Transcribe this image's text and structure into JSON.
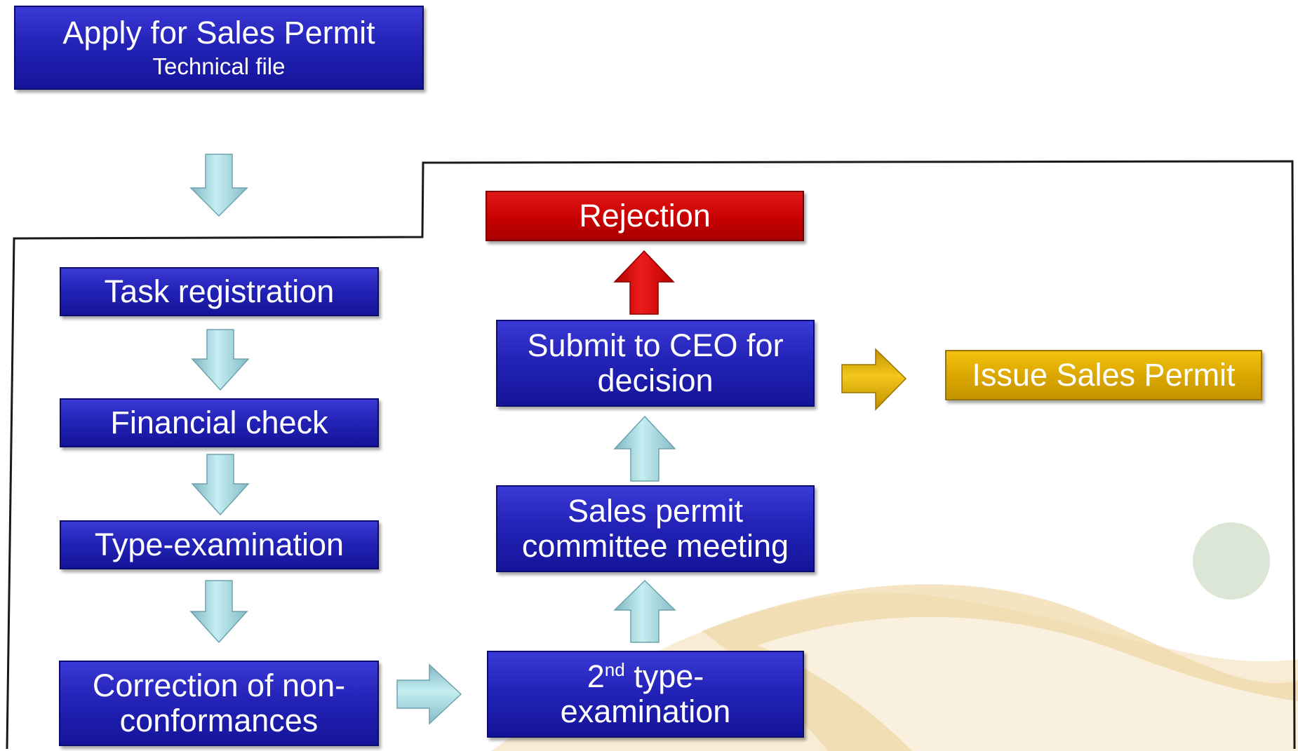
{
  "apply": {
    "title": "Apply for Sales Permit",
    "subtitle": "Technical file"
  },
  "steps": {
    "task_registration": "Task registration",
    "financial_check": "Financial check",
    "type_examination": "Type-examination",
    "correction": "Correction of non-conformances",
    "second_exam_number": "2",
    "second_exam_ordinal": "nd",
    "second_exam_rest": " type-examination",
    "committee_meeting": "Sales permit committee meeting",
    "submit_ceo": "Submit to CEO for decision"
  },
  "outcomes": {
    "rejection": "Rejection",
    "issue": "Issue Sales Permit"
  },
  "colors": {
    "box_blue": "#2323b8",
    "rejection_red": "#c80000",
    "issue_gold": "#d9a600",
    "flow_arrow": "#a9dbe0",
    "accent_beige": "#f2dfb5"
  }
}
